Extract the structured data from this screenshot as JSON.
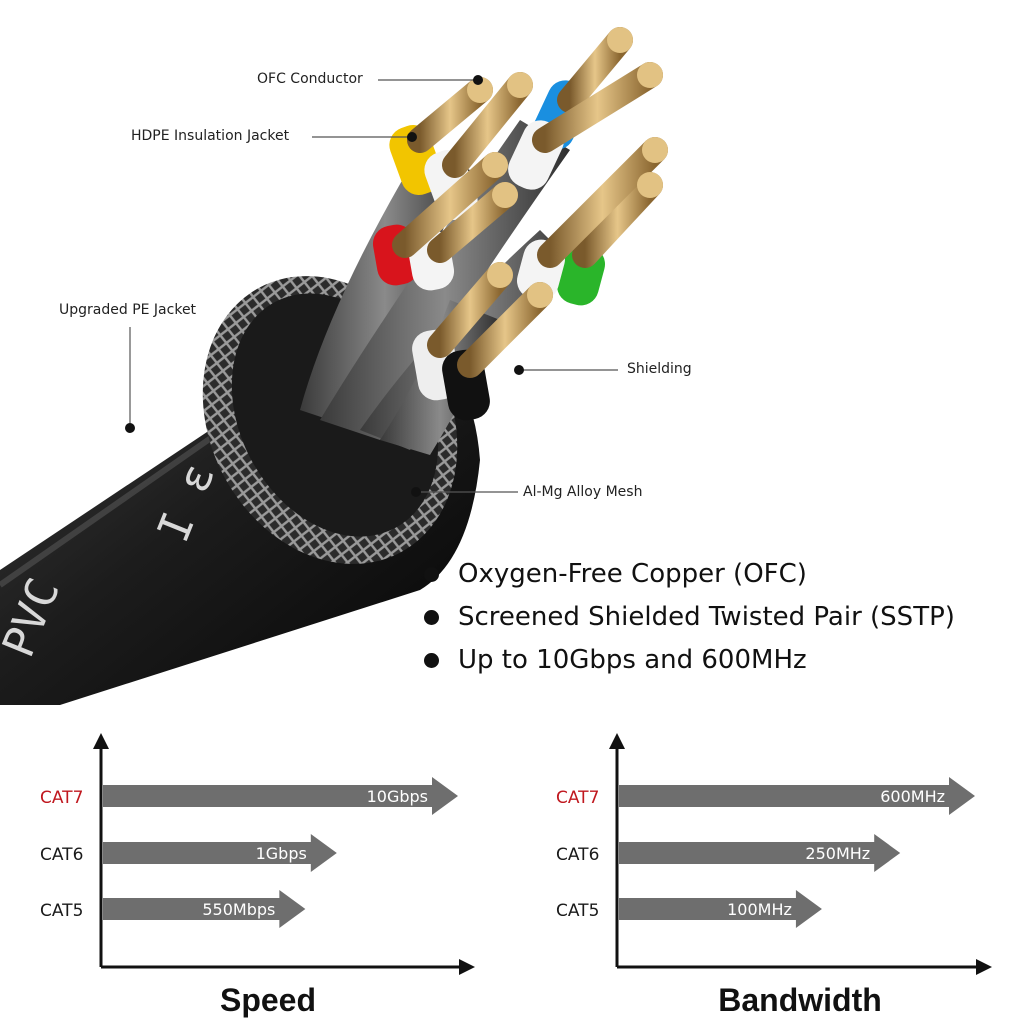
{
  "callouts": {
    "ofc_conductor": "OFC Conductor",
    "hdpe_insulation": "HDPE Insulation Jacket",
    "pe_jacket": "Upgraded PE Jacket",
    "shielding": "Shielding",
    "al_mg_mesh": "Al-Mg Alloy Mesh"
  },
  "cable_print": {
    "a": "PVC",
    "b": "Ι ε"
  },
  "features": [
    "Oxygen-Free Copper (OFC)",
    "Screened Shielded Twisted Pair (SSTP)",
    "Up to 10Gbps and 600MHz"
  ],
  "colors": {
    "highlight": "#c0181f",
    "bar": "#6e6e6e",
    "text": "#1a1a1a",
    "wire_yellow": "#f2c500",
    "wire_blue": "#1a8fe0",
    "wire_red": "#d8141c",
    "wire_green": "#2ab52a",
    "copper": "#c7a36a"
  },
  "chart_data": [
    {
      "type": "bar",
      "title": "",
      "xlabel": "Speed",
      "ylabel": "",
      "categories": [
        "CAT7",
        "CAT6",
        "CAT5"
      ],
      "highlight_category": "CAT7",
      "values": [
        10000,
        1000,
        550
      ],
      "value_labels": [
        "10Gbps",
        "1Gbps",
        "550Mbps"
      ],
      "value_unit": "Mbps",
      "bar_order": "top-to-bottom",
      "grid": false,
      "legend": "none"
    },
    {
      "type": "bar",
      "title": "",
      "xlabel": "Bandwidth",
      "ylabel": "",
      "categories": [
        "CAT7",
        "CAT6",
        "CAT5"
      ],
      "highlight_category": "CAT7",
      "values": [
        600,
        250,
        100
      ],
      "value_labels": [
        "600MHz",
        "250MHz",
        "100MHz"
      ],
      "value_unit": "MHz",
      "bar_order": "top-to-bottom",
      "grid": false,
      "legend": "none"
    }
  ]
}
